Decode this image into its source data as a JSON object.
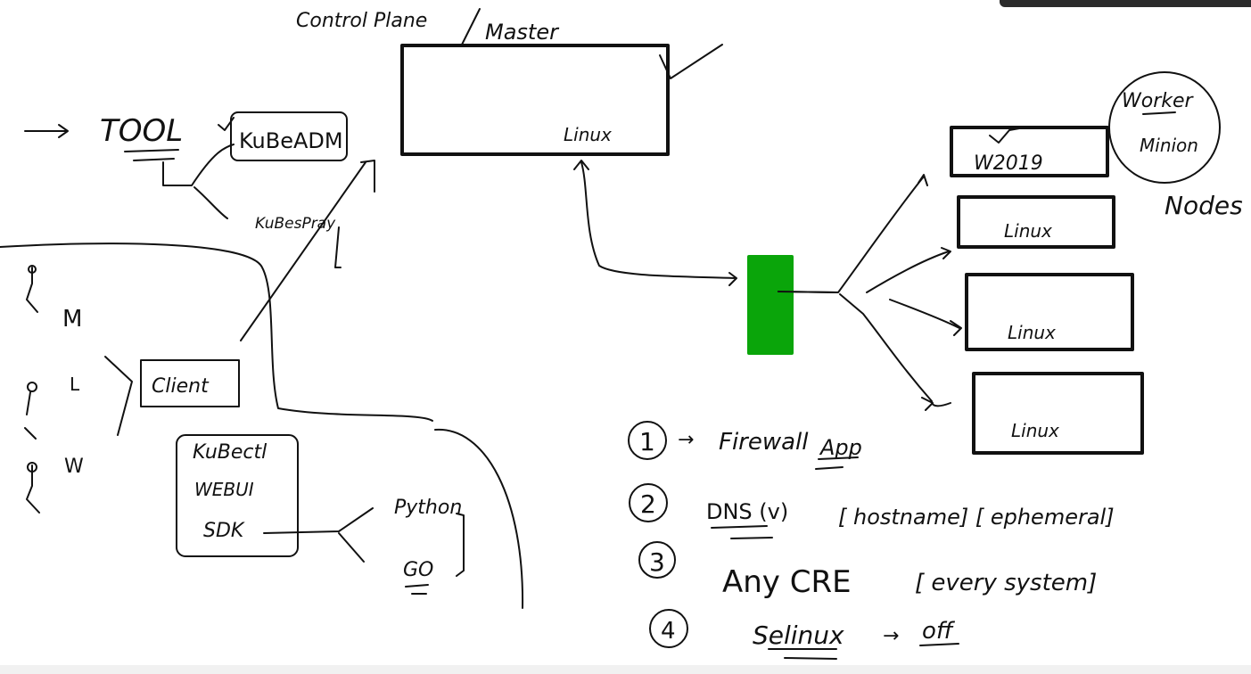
{
  "title": {
    "left": "Control Plane",
    "right": "Master"
  },
  "master": {
    "label": "Linux"
  },
  "tool": {
    "label": "TOOL",
    "kubeadm": "KuBeADM",
    "kubespray": "KuBesPray"
  },
  "left_letters": {
    "m": "M",
    "l": "L",
    "w": "W"
  },
  "client": {
    "label": "Client"
  },
  "client_options": {
    "line1": "KuBectl",
    "line2": "WEBUI",
    "line3": "SDK"
  },
  "sdk_langs": {
    "python": "Python",
    "go": "GO"
  },
  "lb": {
    "color": "#0aa50a"
  },
  "workers": {
    "nodes": [
      "W2019",
      "Linux",
      "Linux",
      "Linux"
    ],
    "tag_line1": "Worker",
    "tag_line2": "Minion",
    "nodes_label": "Nodes"
  },
  "requirements": [
    {
      "num": "1",
      "arrow": "→",
      "text": "Firewall",
      "extra": "App"
    },
    {
      "num": "2",
      "text": "DNS (v)",
      "extra": "[ hostname] [ ephemeral]"
    },
    {
      "num": "3",
      "text": "Any CRE",
      "extra": "[ every system]"
    },
    {
      "num": "4",
      "text": "Selinux",
      "arrow": "→",
      "extra": "off"
    }
  ]
}
